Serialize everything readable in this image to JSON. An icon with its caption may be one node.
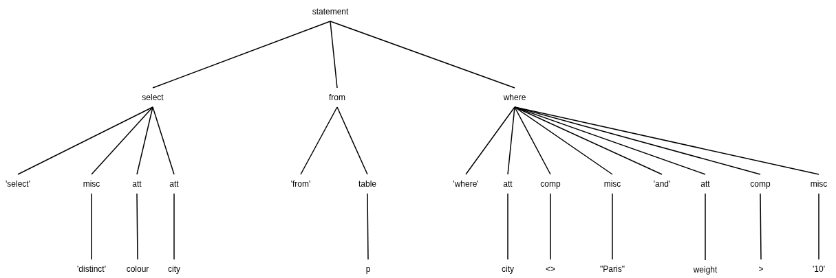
{
  "diagram": {
    "nodes": [
      {
        "text": [
          "statement"
        ]
      },
      {
        "text": [
          "select"
        ]
      },
      {
        "text": [
          "from"
        ]
      },
      {
        "text": [
          "where"
        ]
      },
      {
        "text": [
          "'select'"
        ]
      },
      {
        "text": [
          "misc"
        ]
      },
      {
        "text": [
          "att"
        ]
      },
      {
        "text": [
          "att"
        ]
      },
      {
        "text": [
          "'from'"
        ]
      },
      {
        "text": [
          "table"
        ]
      },
      {
        "text": [
          "'where'"
        ]
      },
      {
        "text": [
          "att"
        ]
      },
      {
        "text": [
          "comp"
        ]
      },
      {
        "text": [
          "misc"
        ]
      },
      {
        "text": [
          "'and'"
        ]
      },
      {
        "text": [
          "att"
        ]
      },
      {
        "text": [
          "comp"
        ]
      },
      {
        "text": [
          "misc"
        ]
      },
      {
        "text": [
          "'distinct'"
        ]
      },
      {
        "text": [
          "colour"
        ]
      },
      {
        "text": [
          "city"
        ]
      },
      {
        "text": [
          "p"
        ]
      },
      {
        "text": [
          "city"
        ]
      },
      {
        "text": [
          "<>"
        ]
      },
      {
        "text": [
          "\"Paris\""
        ]
      },
      {
        "text": [
          "weight"
        ]
      },
      {
        "text": [
          ">"
        ]
      },
      {
        "text": [
          "'10'"
        ]
      }
    ],
    "edges": [
      {
        "from": 0,
        "to": 1,
        "arrow": "none"
      },
      {
        "from": 0,
        "to": 2,
        "arrow": "none"
      },
      {
        "from": 0,
        "to": 3,
        "arrow": "none"
      },
      {
        "from": 1,
        "to": 4,
        "arrow": "none"
      },
      {
        "from": 1,
        "to": 5,
        "arrow": "none"
      },
      {
        "from": 1,
        "to": 6,
        "arrow": "none"
      },
      {
        "from": 1,
        "to": 7,
        "arrow": "none"
      },
      {
        "from": 2,
        "to": 8,
        "arrow": "none"
      },
      {
        "from": 2,
        "to": 9,
        "arrow": "none"
      },
      {
        "from": 3,
        "to": 10,
        "arrow": "none"
      },
      {
        "from": 3,
        "to": 11,
        "arrow": "none"
      },
      {
        "from": 3,
        "to": 12,
        "arrow": "none"
      },
      {
        "from": 3,
        "to": 13,
        "arrow": "none"
      },
      {
        "from": 3,
        "to": 14,
        "arrow": "none"
      },
      {
        "from": 3,
        "to": 15,
        "arrow": "none"
      },
      {
        "from": 3,
        "to": 16,
        "arrow": "none"
      },
      {
        "from": 3,
        "to": 17,
        "arrow": "none"
      },
      {
        "from": 5,
        "to": 18,
        "arrow": "none"
      },
      {
        "from": 6,
        "to": 19,
        "arrow": "none"
      },
      {
        "from": 7,
        "to": 20,
        "arrow": "none"
      },
      {
        "from": 9,
        "to": 21,
        "arrow": "none"
      },
      {
        "from": 11,
        "to": 22,
        "arrow": "none"
      },
      {
        "from": 12,
        "to": 23,
        "arrow": "none"
      },
      {
        "from": 13,
        "to": 24,
        "arrow": "none"
      },
      {
        "from": 15,
        "to": 25,
        "arrow": "none"
      },
      {
        "from": 16,
        "to": 26,
        "arrow": "none"
      },
      {
        "from": 17,
        "to": 27,
        "arrow": "none"
      }
    ]
  }
}
